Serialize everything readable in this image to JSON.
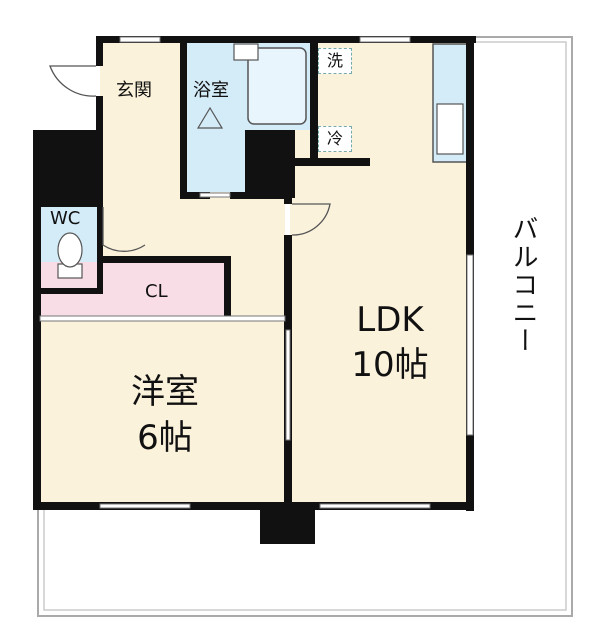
{
  "rooms": {
    "genkan": "玄関",
    "bath": "浴室",
    "wc": "WC",
    "closet": "CL",
    "ldk_name": "LDK",
    "ldk_size": "10帖",
    "western_name": "洋室",
    "western_size": "6帖",
    "balcony": "バルコニー"
  },
  "appliances": {
    "washer": "洗",
    "fridge": "冷"
  },
  "colors": {
    "floor": "#fbf2dc",
    "wet_area": "#d4ebf8",
    "closet": "#f8dde6",
    "wall": "#111111",
    "outline": "#999999"
  }
}
